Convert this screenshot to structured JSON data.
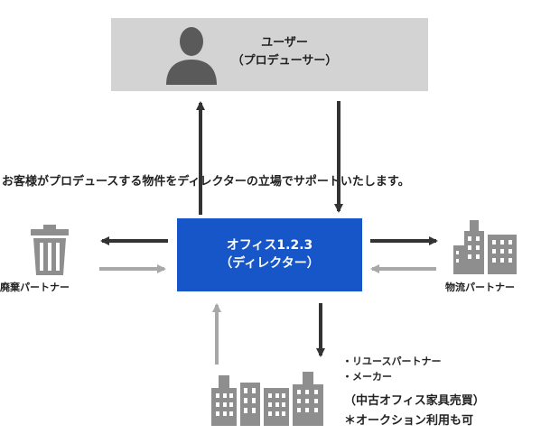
{
  "user": {
    "line1": "ユーザー",
    "line2": "（プロデューサー）"
  },
  "caption": "お客様がプロデュースする物件をディレクターの立場でサポートいたします。",
  "director": {
    "line1": "オフィス1.2.3",
    "line2": "（ディレクター）"
  },
  "left_partner": "廃棄パートナー",
  "right_partner": "物流パートナー",
  "bottom": {
    "bullets": [
      "リユースパートナー",
      "メーカー"
    ],
    "used_furniture": "（中古オフィス家具売買）",
    "auction": "＊オークション利用も可"
  },
  "colors": {
    "user_box": "#d3d3d3",
    "director_box": "#1756c8",
    "dark_arrow": "#333333",
    "light_arrow": "#a8a8a8",
    "icon_gray": "#8e8e8e"
  },
  "icons": [
    "person-silhouette-icon",
    "trash-can-icon",
    "building-icon",
    "buildings-group-icon"
  ]
}
